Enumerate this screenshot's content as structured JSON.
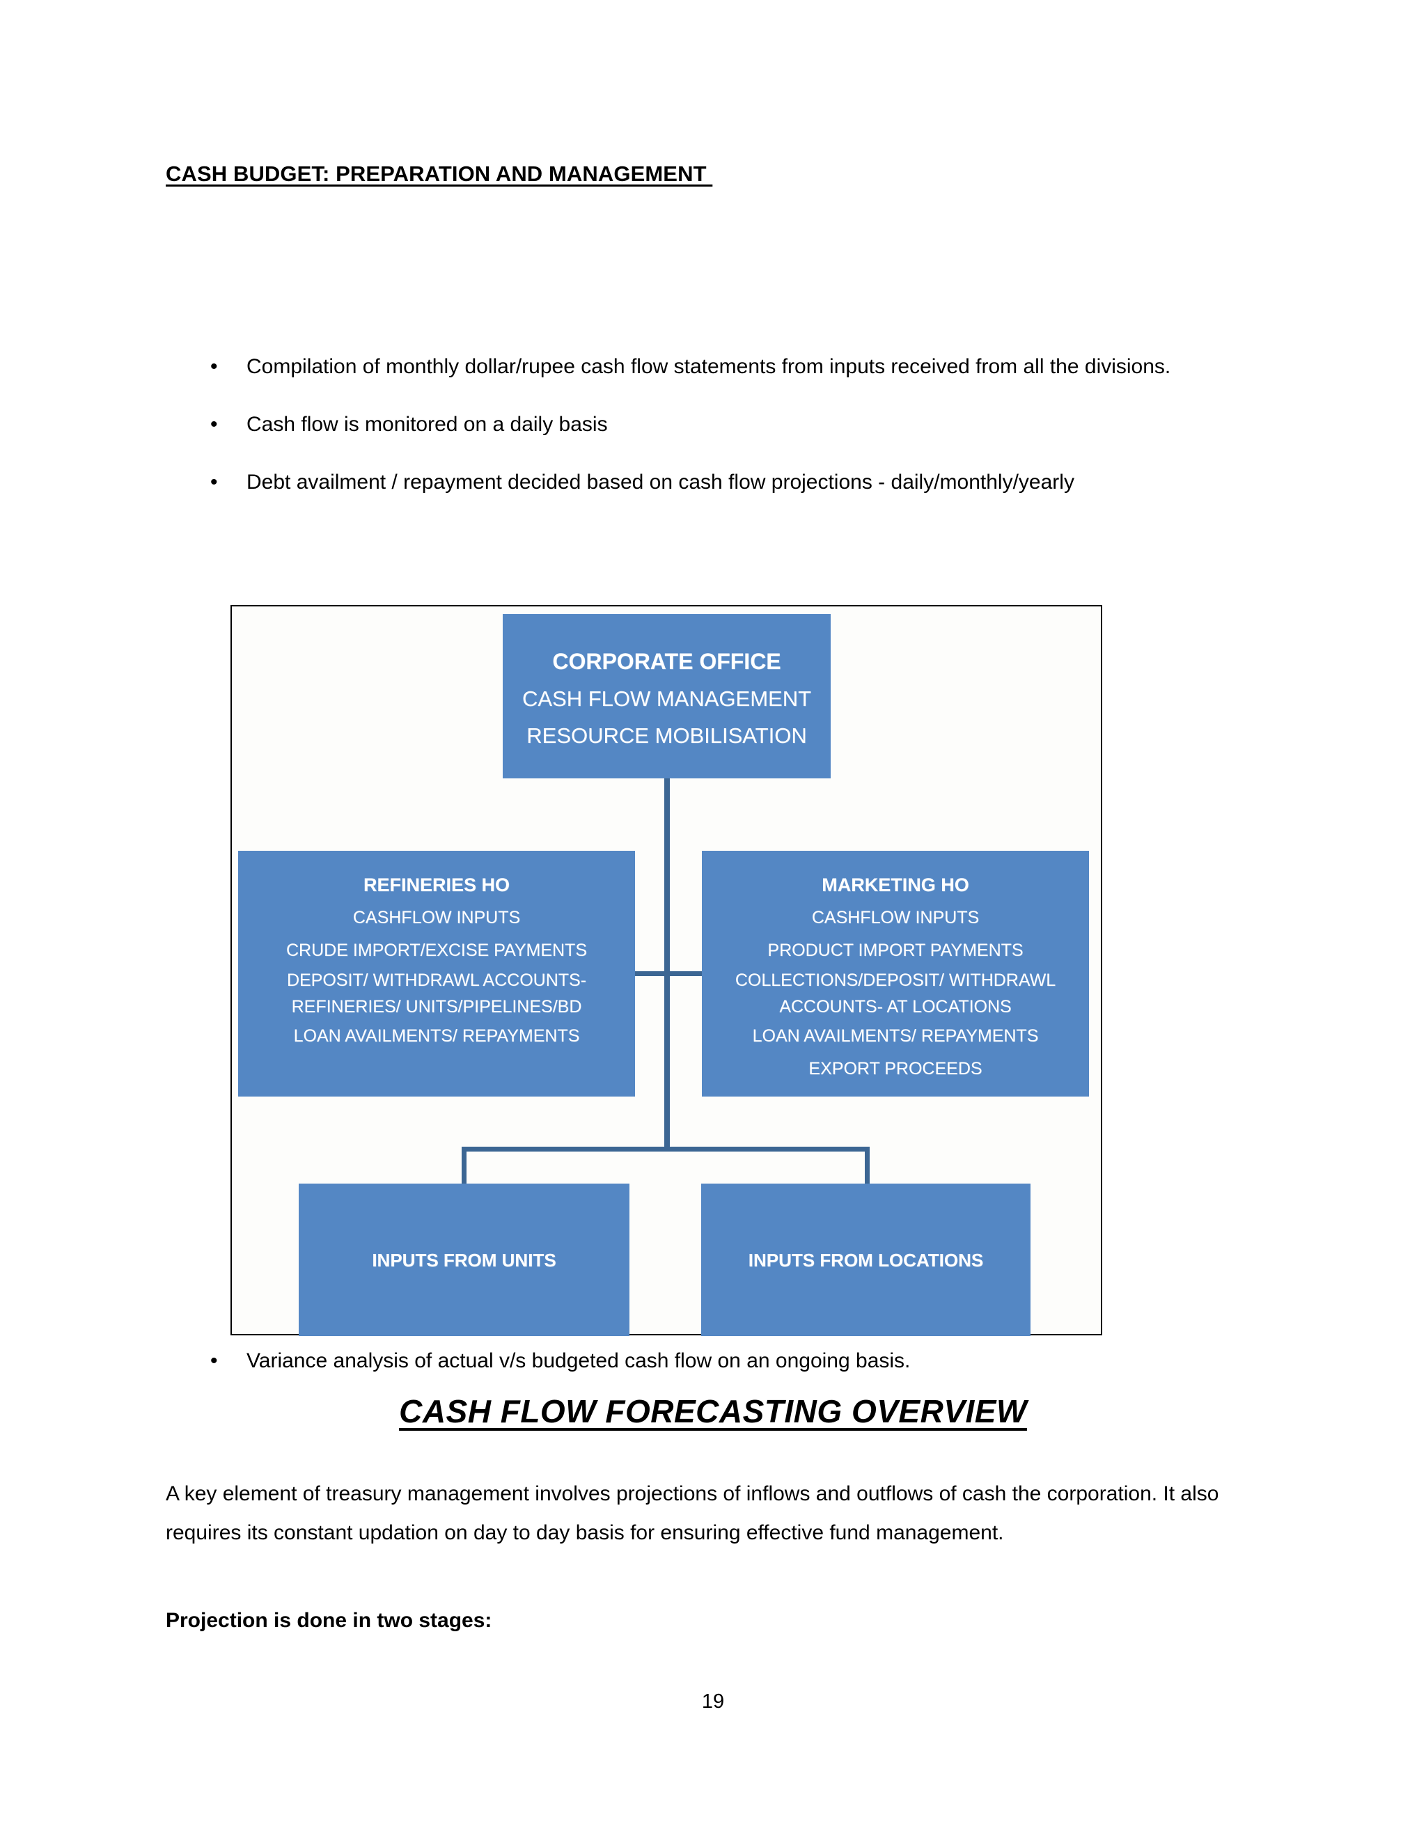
{
  "document": {
    "title": "CASH BUDGET: PREPARATION AND MANAGEMENT ",
    "page_number": "19"
  },
  "bullets_top": [
    {
      "marker": "•",
      "text": "Compilation of monthly dollar/rupee cash flow statements from inputs received from all the divisions."
    },
    {
      "marker": "•",
      "text": "Cash flow is monitored on a daily basis"
    },
    {
      "marker": "•",
      "text": "Debt availment / repayment decided based on cash flow projections - daily/monthly/yearly"
    }
  ],
  "diagram": {
    "box_color": "#5487C4",
    "connector_color": "#3C6693",
    "border_color": "#000000",
    "nodes": {
      "corporate": {
        "title": "CORPORATE OFFICE",
        "lines": [
          "CASH FLOW MANAGEMENT",
          "RESOURCE MOBILISATION"
        ]
      },
      "refineries": {
        "title": "REFINERIES HO",
        "lines": [
          "CASHFLOW INPUTS",
          "CRUDE IMPORT/EXCISE PAYMENTS",
          "DEPOSIT/ WITHDRAWL ACCOUNTS-",
          "REFINERIES/ UNITS/PIPELINES/BD",
          "LOAN AVAILMENTS/ REPAYMENTS"
        ]
      },
      "marketing": {
        "title": "MARKETING HO",
        "lines": [
          "CASHFLOW INPUTS",
          "PRODUCT IMPORT PAYMENTS",
          "COLLECTIONS/DEPOSIT/ WITHDRAWL",
          "ACCOUNTS- AT LOCATIONS",
          "LOAN AVAILMENTS/ REPAYMENTS",
          "EXPORT PROCEEDS"
        ]
      },
      "units": {
        "title": "INPUTS FROM UNITS"
      },
      "locations": {
        "title": "INPUTS FROM LOCATIONS"
      }
    }
  },
  "bullets_bottom": [
    {
      "marker": "•",
      "text": "Variance analysis of actual v/s budgeted cash flow on an ongoing basis."
    }
  ],
  "section_heading": "CASH FLOW FORECASTING OVERVIEW",
  "body": {
    "paragraph": "A key element of treasury management involves projections of inflows and outflows of cash the corporation. It also requires its constant updation on day to day basis for ensuring effective fund management.",
    "bold_line": "Projection is done in two stages:"
  }
}
